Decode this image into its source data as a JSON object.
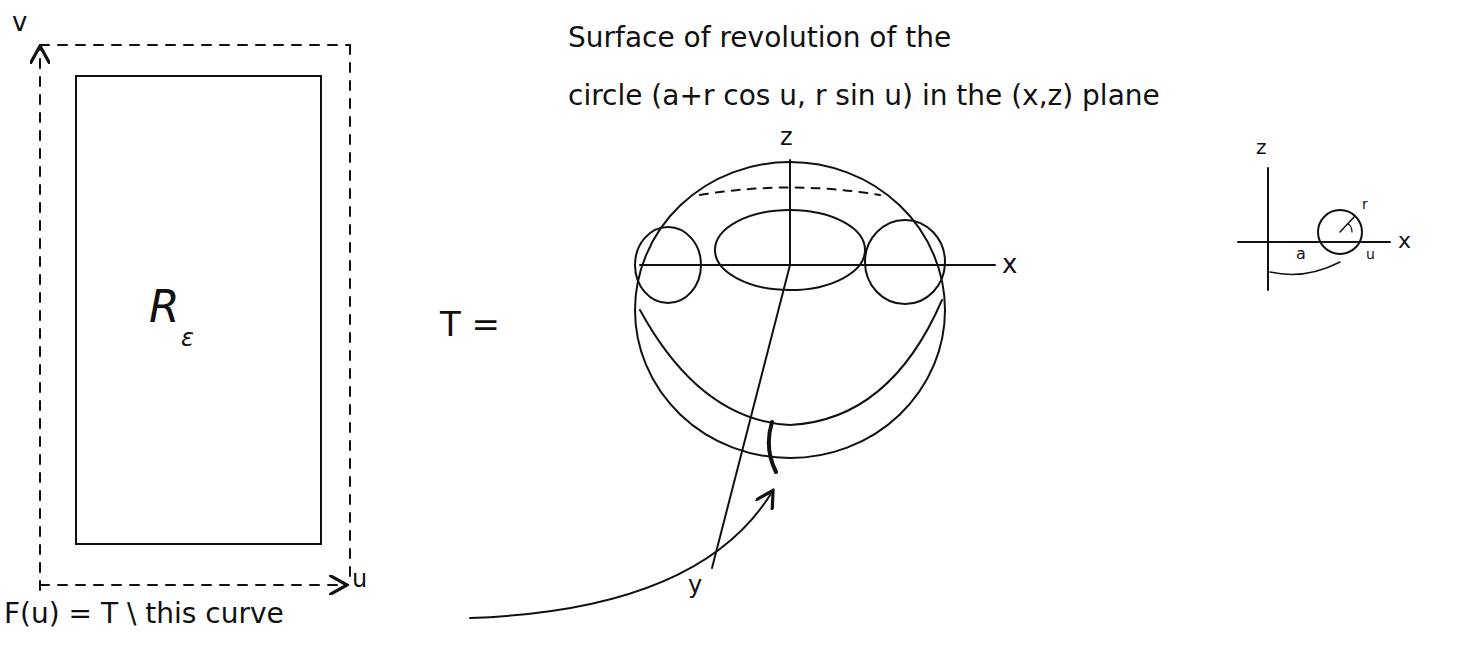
{
  "diagram": {
    "nodes": [
      {
        "text": [
          "R",
          "ε"
        ]
      }
    ],
    "labels": [
      "v",
      "u",
      "Surface of revolution of the",
      "circle (a+r cos u, r sin u) in the (x,z) plane",
      "T =",
      "z",
      "x",
      "y",
      "F(u) = T \\ this curve",
      "z",
      "x",
      "r",
      "u",
      "a"
    ]
  }
}
